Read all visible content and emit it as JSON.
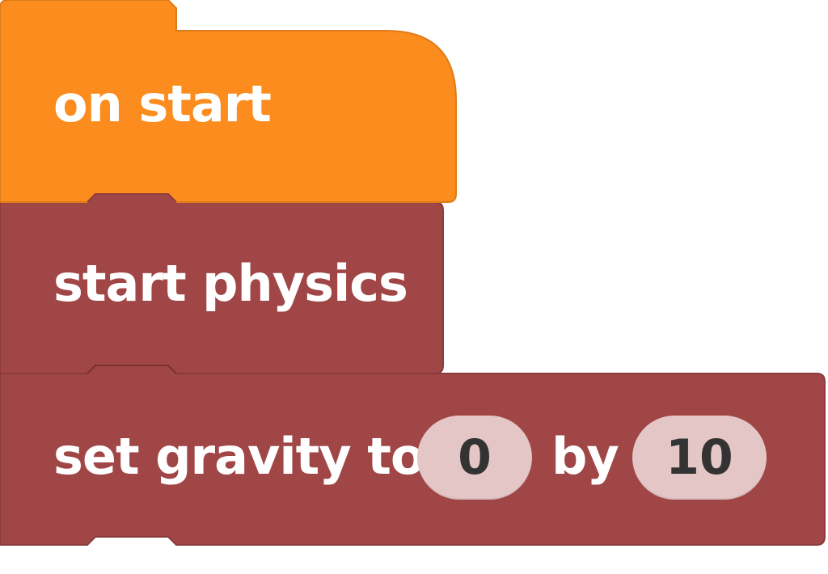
{
  "colors": {
    "event_block": "#fb8c1d",
    "event_block_border": "#df7c1a",
    "physics_block": "#a04646",
    "physics_block_border": "#8a3c3c",
    "input_pill": "#e5c6c6",
    "label_text": "#ffffff",
    "input_text": "#333333"
  },
  "blocks": {
    "on_start": {
      "label": "on start"
    },
    "start_physics": {
      "label": "start physics"
    },
    "set_gravity": {
      "label_prefix": "set gravity to",
      "x_value": "0",
      "label_mid": "by",
      "y_value": "10"
    }
  }
}
